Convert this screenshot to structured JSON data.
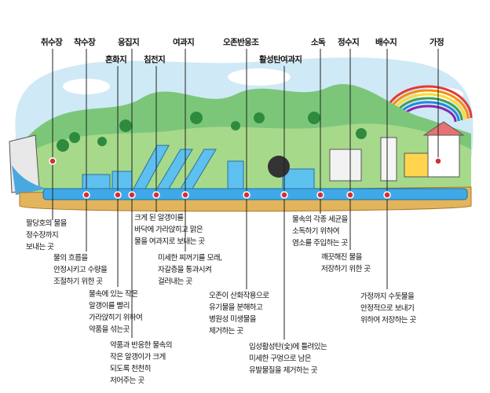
{
  "labels": [
    {
      "id": "intake",
      "text": "취수장"
    },
    {
      "id": "receiving",
      "text": "착수장"
    },
    {
      "id": "mixing",
      "text": "혼화지"
    },
    {
      "id": "flocculation",
      "text": "응집지"
    },
    {
      "id": "sedimentation",
      "text": "침전지"
    },
    {
      "id": "filtration",
      "text": "여과지"
    },
    {
      "id": "ozone",
      "text": "오존반응조"
    },
    {
      "id": "gac",
      "text": "활성탄여과지"
    },
    {
      "id": "disinfection",
      "text": "소독"
    },
    {
      "id": "clearwell",
      "text": "정수지"
    },
    {
      "id": "distribution",
      "text": "배수지"
    },
    {
      "id": "home",
      "text": "가정"
    }
  ],
  "descriptions": [
    {
      "id": "intake",
      "text": "팔당호의 물을\n정수장까지\n보내는 곳"
    },
    {
      "id": "receiving",
      "text": "물의 흐름을\n안정시키고 수량을\n조절하기 위한 곳"
    },
    {
      "id": "mixing",
      "text": "물속에 있는 작은\n알갱이를 빨리\n가라앉히기 위하여\n약품을 섞는곳"
    },
    {
      "id": "flocculation",
      "text": "약품과 반응한 물속의\n작은 알갱이가 크게\n되도록 천천히\n저어주는 곳"
    },
    {
      "id": "sedimentation",
      "text": "크게 된 알갱이를\n바닥에 가라앉히고 맑은\n물을 여과지로 보내는 곳"
    },
    {
      "id": "filtration",
      "text": "미세한 찌꺼기를 모래,\n자갈층을 통과시켜\n걸러내는 곳"
    },
    {
      "id": "ozone",
      "text": "오존이 산화작용으로\n유기물을 분해하고\n병원성 미생물을\n제거하는 곳"
    },
    {
      "id": "gac",
      "text": "입성활성탄(숯)에 틀려있는\n미세한 구멍으로 남은\n유발물질을 제거하는 곳"
    },
    {
      "id": "disinfection",
      "text": "물속의 각종 세균을\n소독하기 위하여\n염소를 주입하는 곳"
    },
    {
      "id": "clearwell",
      "text": "깨끗해진 물을\n저장하기 위한 곳"
    },
    {
      "id": "distribution",
      "text": "가정까지 수돗물을\n안정적으로 보내기\n위하여 저장하는 곳"
    }
  ]
}
